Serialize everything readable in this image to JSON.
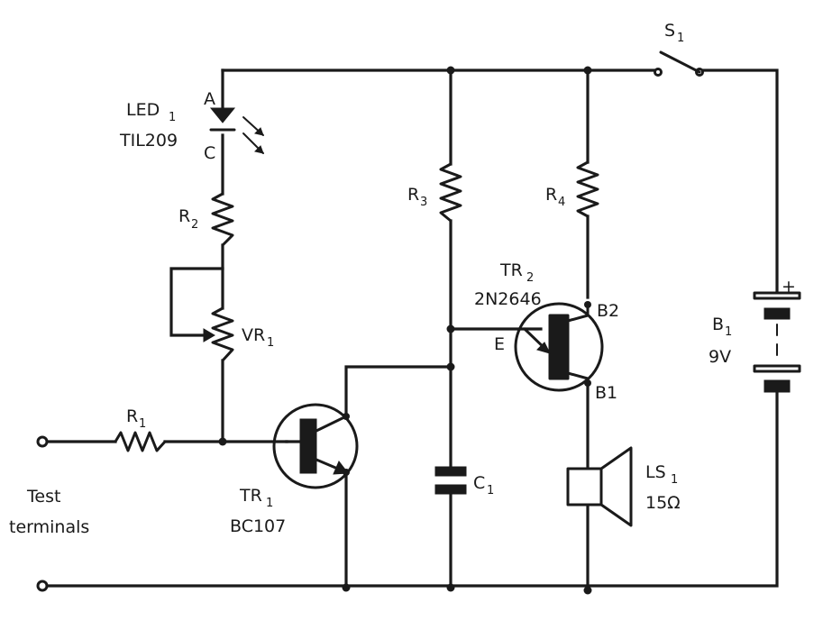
{
  "labels": {
    "led_name": "LED",
    "led_sub": "1",
    "led_part": "TIL209",
    "led_anode": "A",
    "led_cathode": "C",
    "r2_name": "R",
    "r2_sub": "2",
    "vr1_name": "VR",
    "vr1_sub": "1",
    "r1_name": "R",
    "r1_sub": "1",
    "tr1_name": "TR",
    "tr1_sub": "1",
    "tr1_part": "BC107",
    "r3_name": "R",
    "r3_sub": "3",
    "r4_name": "R",
    "r4_sub": "4",
    "tr2_name": "TR",
    "tr2_sub": "2",
    "tr2_part": "2N2646",
    "tr2_e": "E",
    "tr2_b2": "B2",
    "tr2_b1": "B1",
    "c1_name": "C",
    "c1_sub": "1",
    "ls1_name": "LS",
    "ls1_sub": "1",
    "ls1_value": "15Ω",
    "s1_name": "S",
    "s1_sub": "1",
    "b1_name": "B",
    "b1_sub": "1",
    "b1_value": "9V",
    "b1_plus": "+",
    "test_line1": "Test",
    "test_line2": "terminals"
  }
}
